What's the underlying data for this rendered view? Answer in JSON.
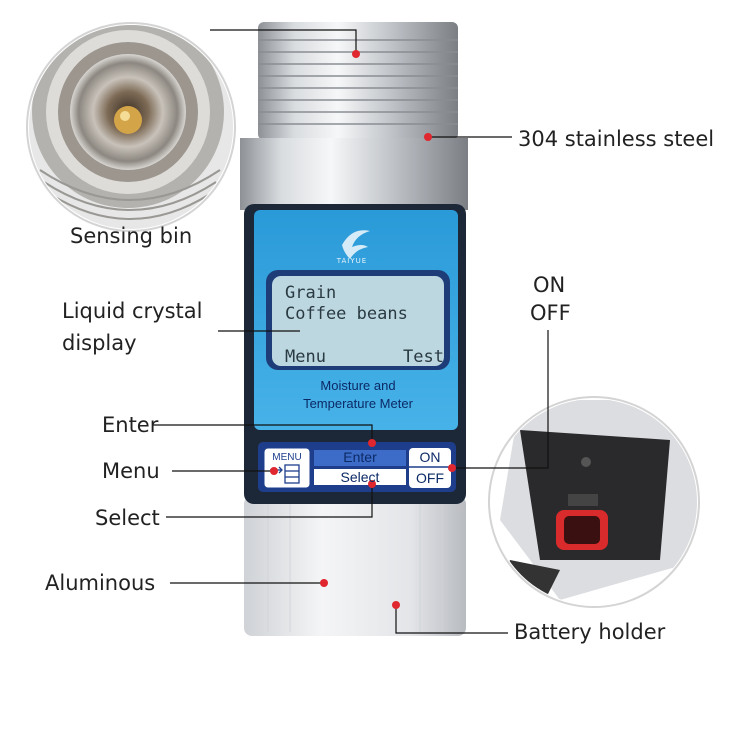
{
  "callouts": {
    "stainless": "304 stainless steel",
    "sensing_bin": "Sensing bin",
    "lcd_line1": "Liquid crystal",
    "lcd_line2": "display",
    "on": "ON",
    "off": "OFF",
    "enter": "Enter",
    "menu": "Menu",
    "select": "Select",
    "aluminous": "Aluminous",
    "battery": "Battery holder"
  },
  "device": {
    "brand": "TAIYUE",
    "lcd": {
      "line1": "Grain",
      "line2": "Coffee beans",
      "left_soft": "Menu",
      "right_soft": "Test"
    },
    "panel_line1": "Moisture and",
    "panel_line2": "Temperature Meter",
    "buttons": {
      "menu_key": "MENU",
      "enter": "Enter",
      "select": "Select",
      "on": "ON",
      "off": "OFF"
    }
  },
  "colors": {
    "panel_blue": "#36a6e0",
    "lcd_bg": "#bdd7e0",
    "keypad_navy": "#1e3e8c",
    "callout_dot": "#e0262e",
    "battery_red": "#d92b2b"
  }
}
